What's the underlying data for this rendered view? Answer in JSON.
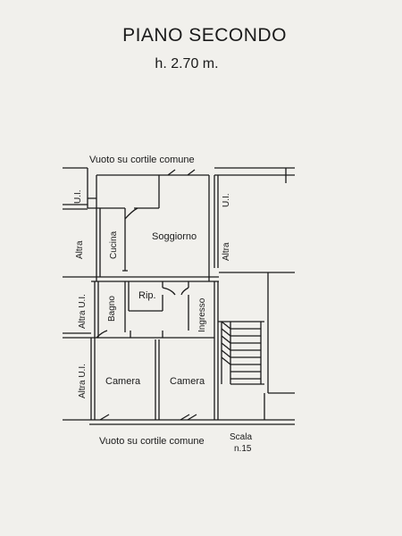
{
  "header": {
    "title": "PIANO SECONDO",
    "height": "h. 2.70 m."
  },
  "plan": {
    "border_labels": {
      "top": "Vuoto su cortile comune",
      "bottom": "Vuoto su cortile comune"
    },
    "side_labels": {
      "left_top_ui": "U.I.",
      "left_altra": "Altra",
      "left_altra_ui_1": "Altra U.I.",
      "left_altra_ui_2": "Altra U.I.",
      "right_ui": "U.I.",
      "right_altra": "Altra"
    },
    "rooms": {
      "cucina": "Cucina",
      "soggiorno": "Soggiorno",
      "rip": "Rip.",
      "bagno": "Bagno",
      "ingresso": "Ingresso",
      "camera_1": "Camera",
      "camera_2": "Camera"
    },
    "scala": {
      "line1": "Scala",
      "line2": "n.15"
    }
  },
  "colors": {
    "paper": "#f1f0ec",
    "ink": "#1a1a1a"
  }
}
